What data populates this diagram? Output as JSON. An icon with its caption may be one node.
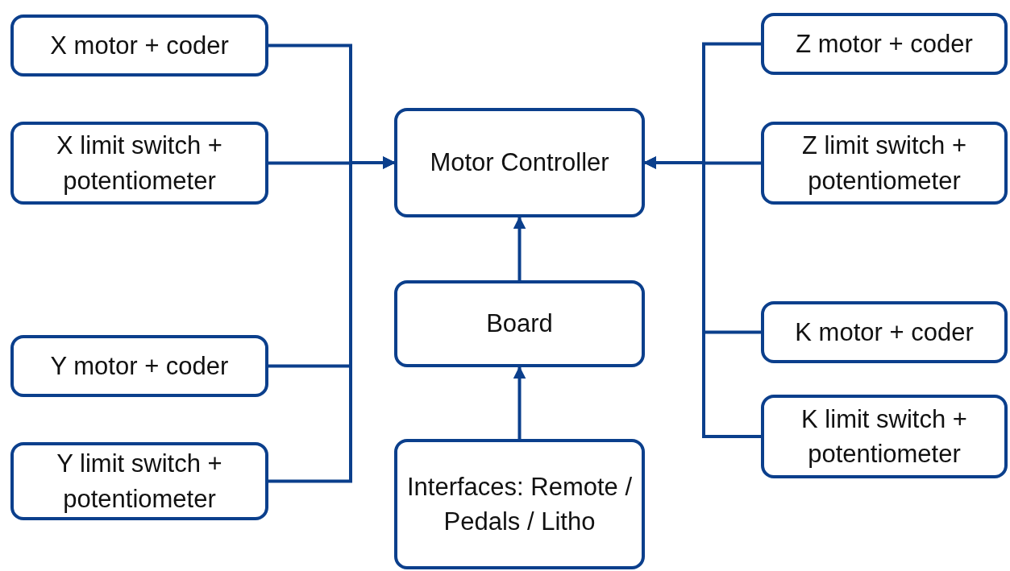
{
  "diagram": {
    "nodes": [
      {
        "text": [
          "X motor + coder"
        ]
      },
      {
        "text": [
          "X limit switch + potentiometer"
        ]
      },
      {
        "text": [
          "Y motor + coder"
        ]
      },
      {
        "text": [
          "Y limit switch + potentiometer"
        ]
      },
      {
        "text": [
          "Motor Controller"
        ]
      },
      {
        "text": [
          "Board"
        ]
      },
      {
        "text": [
          "Interfaces: Remote / Pedals / Litho"
        ]
      },
      {
        "text": [
          "Z motor + coder"
        ]
      },
      {
        "text": [
          "Z limit switch + potentiometer"
        ]
      },
      {
        "text": [
          "K motor + coder"
        ]
      },
      {
        "text": [
          "K limit switch + potentiometer"
        ]
      }
    ],
    "edges": [
      {
        "from": 0,
        "to": 4,
        "arrow": "to"
      },
      {
        "from": 1,
        "to": 4,
        "arrow": "to"
      },
      {
        "from": 2,
        "to": 4,
        "arrow": "to"
      },
      {
        "from": 3,
        "to": 4,
        "arrow": "to"
      },
      {
        "from": 7,
        "to": 4,
        "arrow": "to"
      },
      {
        "from": 8,
        "to": 4,
        "arrow": "to"
      },
      {
        "from": 9,
        "to": 4,
        "arrow": "to"
      },
      {
        "from": 10,
        "to": 4,
        "arrow": "to"
      },
      {
        "from": 5,
        "to": 4,
        "arrow": "to"
      },
      {
        "from": 6,
        "to": 5,
        "arrow": "to"
      }
    ]
  }
}
